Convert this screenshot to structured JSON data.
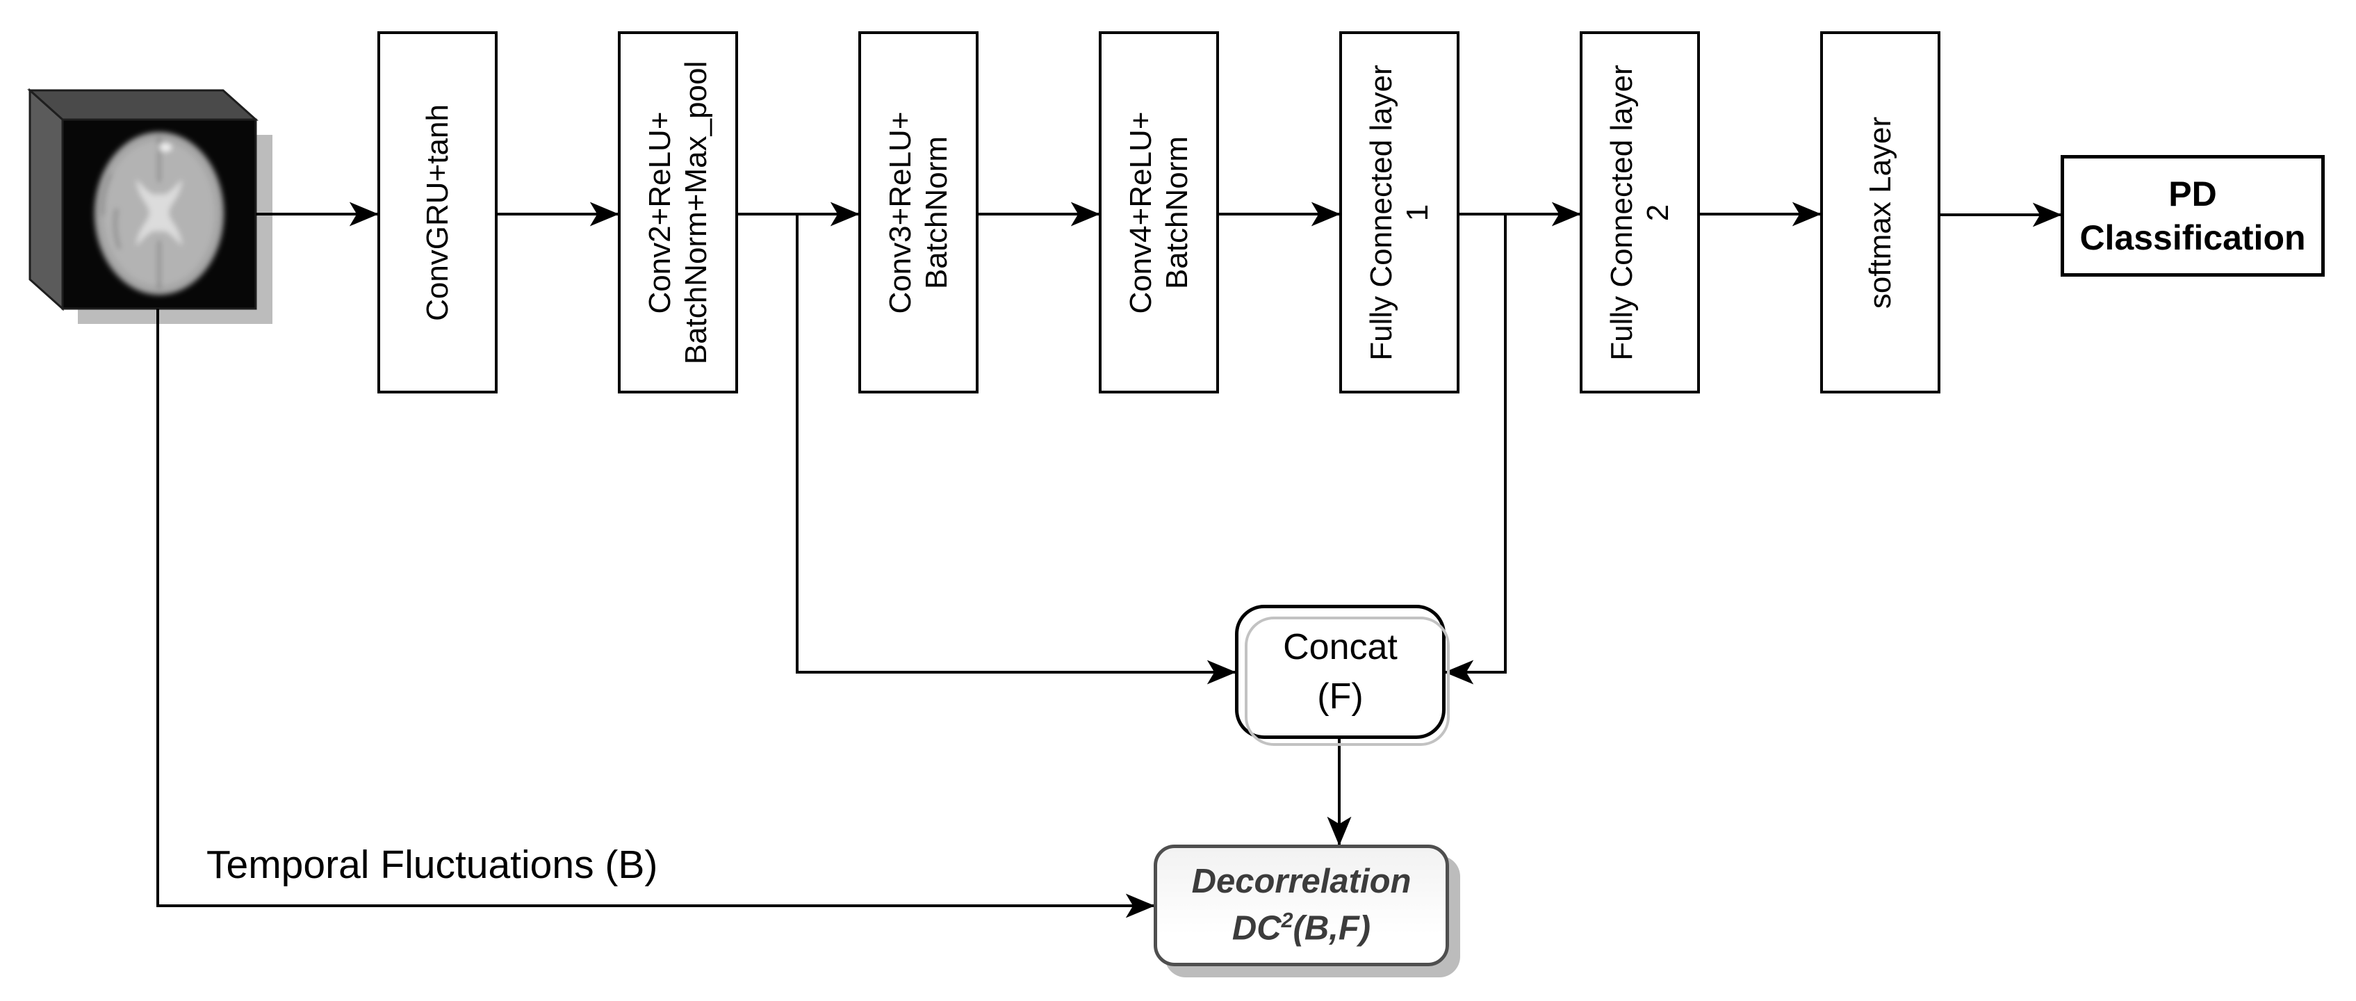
{
  "figure": {
    "blocks": [
      {
        "lines": [
          "ConvGRU+tanh"
        ]
      },
      {
        "lines": [
          "Conv2+ReLU+",
          "BatchNorm+Max_pool"
        ]
      },
      {
        "lines": [
          "Conv3+ReLU+",
          "BatchNorm"
        ]
      },
      {
        "lines": [
          "Conv4+ReLU+",
          "BatchNorm"
        ]
      },
      {
        "lines": [
          "Fully Connected layer",
          "1"
        ]
      },
      {
        "lines": [
          "Fully Connected layer",
          "2"
        ]
      },
      {
        "lines": [
          "softmax Layer"
        ]
      }
    ],
    "output_block": {
      "line1": "PD",
      "line2": "Classification"
    },
    "concat_block": {
      "line1": "Concat",
      "line2": "(F)"
    },
    "decorrelation_block": {
      "line1": "Decorrelation",
      "formula_base": "DC",
      "formula_sup": "2",
      "formula_args": "(B,F)"
    },
    "temporal_label": "Temporal Fluctuations (B)",
    "colors": {
      "connector": "#000000",
      "block_border": "#000000",
      "block_fill": "#ffffff",
      "decorrelation_border": "#4f4f4f",
      "decorrelation_text": "#3c3c3c",
      "shadow_gray": "#bcbcbc",
      "cube_face": "#0a0a0a"
    }
  }
}
